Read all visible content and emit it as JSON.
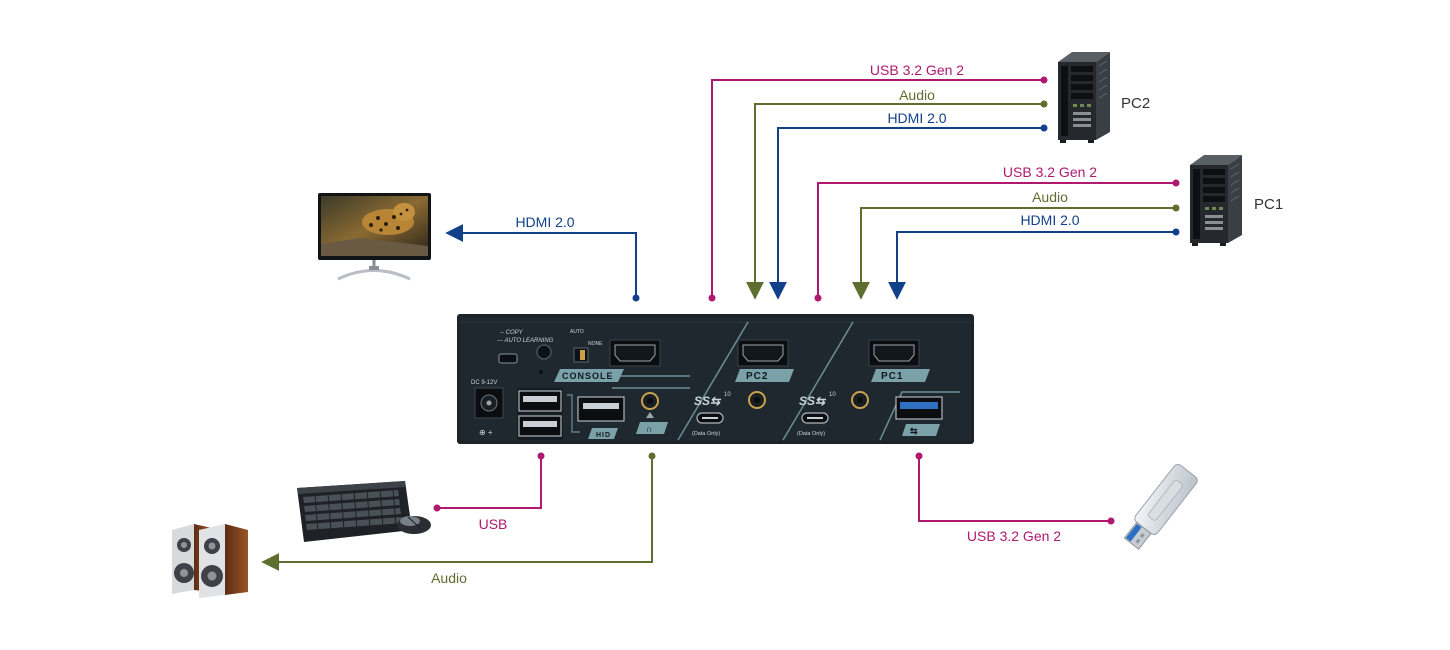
{
  "colors": {
    "usb": "#b01970",
    "audio": "#5d6e2f",
    "hdmi": "#12418a",
    "device_body": "#1c2329",
    "panel_accent": "#6a8d96"
  },
  "devices": {
    "pc2": {
      "label": "PC2",
      "icon": "tower-pc-icon"
    },
    "pc1": {
      "label": "PC1",
      "icon": "tower-pc-icon"
    },
    "monitor": {
      "icon": "monitor-icon"
    },
    "keyboard_mouse": {
      "icon": "keyboard-mouse-icon"
    },
    "speakers": {
      "icon": "speakers-icon"
    },
    "usb_drive": {
      "icon": "usb-flash-drive-icon"
    }
  },
  "connections": {
    "pc2_usb": "USB 3.2 Gen 2",
    "pc2_audio": "Audio",
    "pc2_hdmi": "HDMI 2.0",
    "pc1_usb": "USB 3.2 Gen 2",
    "pc1_audio": "Audio",
    "pc1_hdmi": "HDMI 2.0",
    "monitor_hdmi": "HDMI 2.0",
    "keyboard_usb": "USB",
    "speaker_audio": "Audio",
    "drive_usb": "USB 3.2 Gen 2"
  },
  "kvm_panel": {
    "copy": "-- COPY",
    "auto_learning": "--- AUTO LEARNING",
    "auto": "AUTO",
    "none": "NONE",
    "console": "CONSOLE",
    "dc": "DC 9-12V",
    "hid": "HID",
    "pc2": "PC2",
    "pc1": "PC1",
    "ss10": "10",
    "data_only": "(Data Only)"
  }
}
